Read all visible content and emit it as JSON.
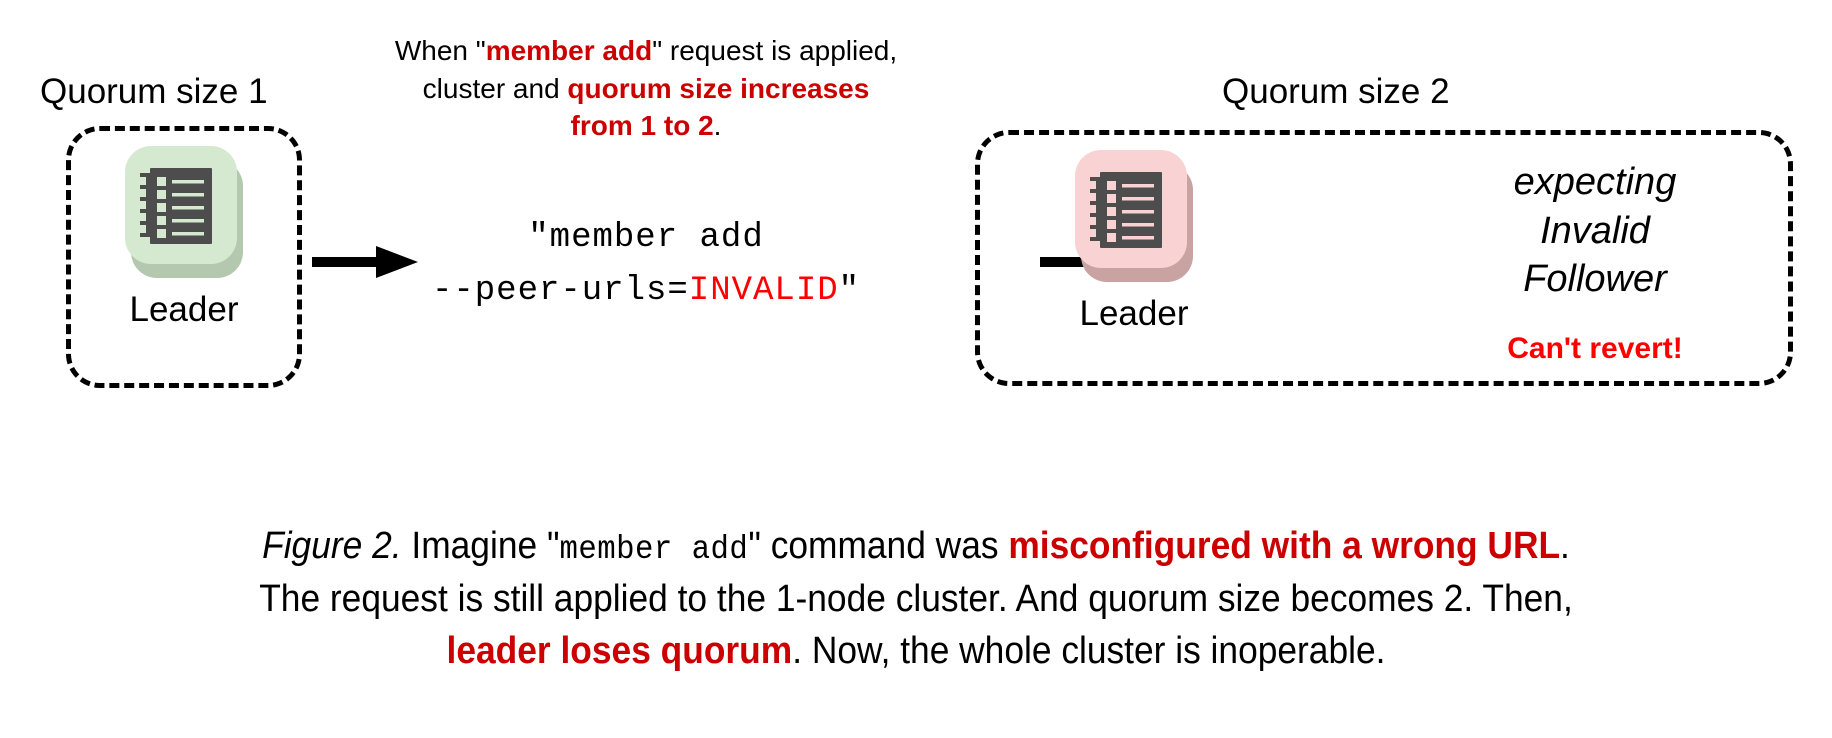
{
  "figure": {
    "left_cluster": {
      "heading": "Quorum size 1",
      "node_label": "Leader",
      "node_color": "#d5e8d0",
      "node_shadow_color": "#b3c8ae",
      "icon": "server-icon"
    },
    "right_cluster": {
      "heading": "Quorum size 2",
      "node_label": "Leader",
      "node_color": "#f9d3d3",
      "node_shadow_color": "#c9a2a2",
      "icon": "server-icon",
      "status_lines": [
        "expecting",
        "Invalid",
        "Follower"
      ],
      "warning": "Can't revert!",
      "warning_color": "#ff0000"
    },
    "note": {
      "line1_a": "When \"",
      "line1_b": "member add",
      "line1_c": "\" request is applied,",
      "line2_a": "cluster and ",
      "line2_b": "quorum size increases",
      "line3_a": "from 1 to 2",
      "line3_b": ".",
      "accent_color": "#cc0000"
    },
    "command": {
      "line1": "\"member add",
      "line2_a": "--peer-urls=",
      "line2_b": "INVALID",
      "line2_c": "\"",
      "invalid_color": "#ff0000"
    },
    "arrows": [
      {
        "name": "arrow-left-to-command"
      },
      {
        "name": "arrow-command-to-right"
      }
    ],
    "caption": {
      "line1_a": "Figure 2.",
      "line1_b": " Imagine \"",
      "line1_c": "member add",
      "line1_d": "\" command was ",
      "line1_e": "misconfigured with a wrong URL",
      "line1_f": ".",
      "line2": "The request is still applied to the 1-node cluster. And quorum size becomes 2. Then,",
      "line3_a": "leader loses quorum",
      "line3_b": ". Now, the whole cluster is inoperable.",
      "accent_color": "#cc0000"
    }
  }
}
